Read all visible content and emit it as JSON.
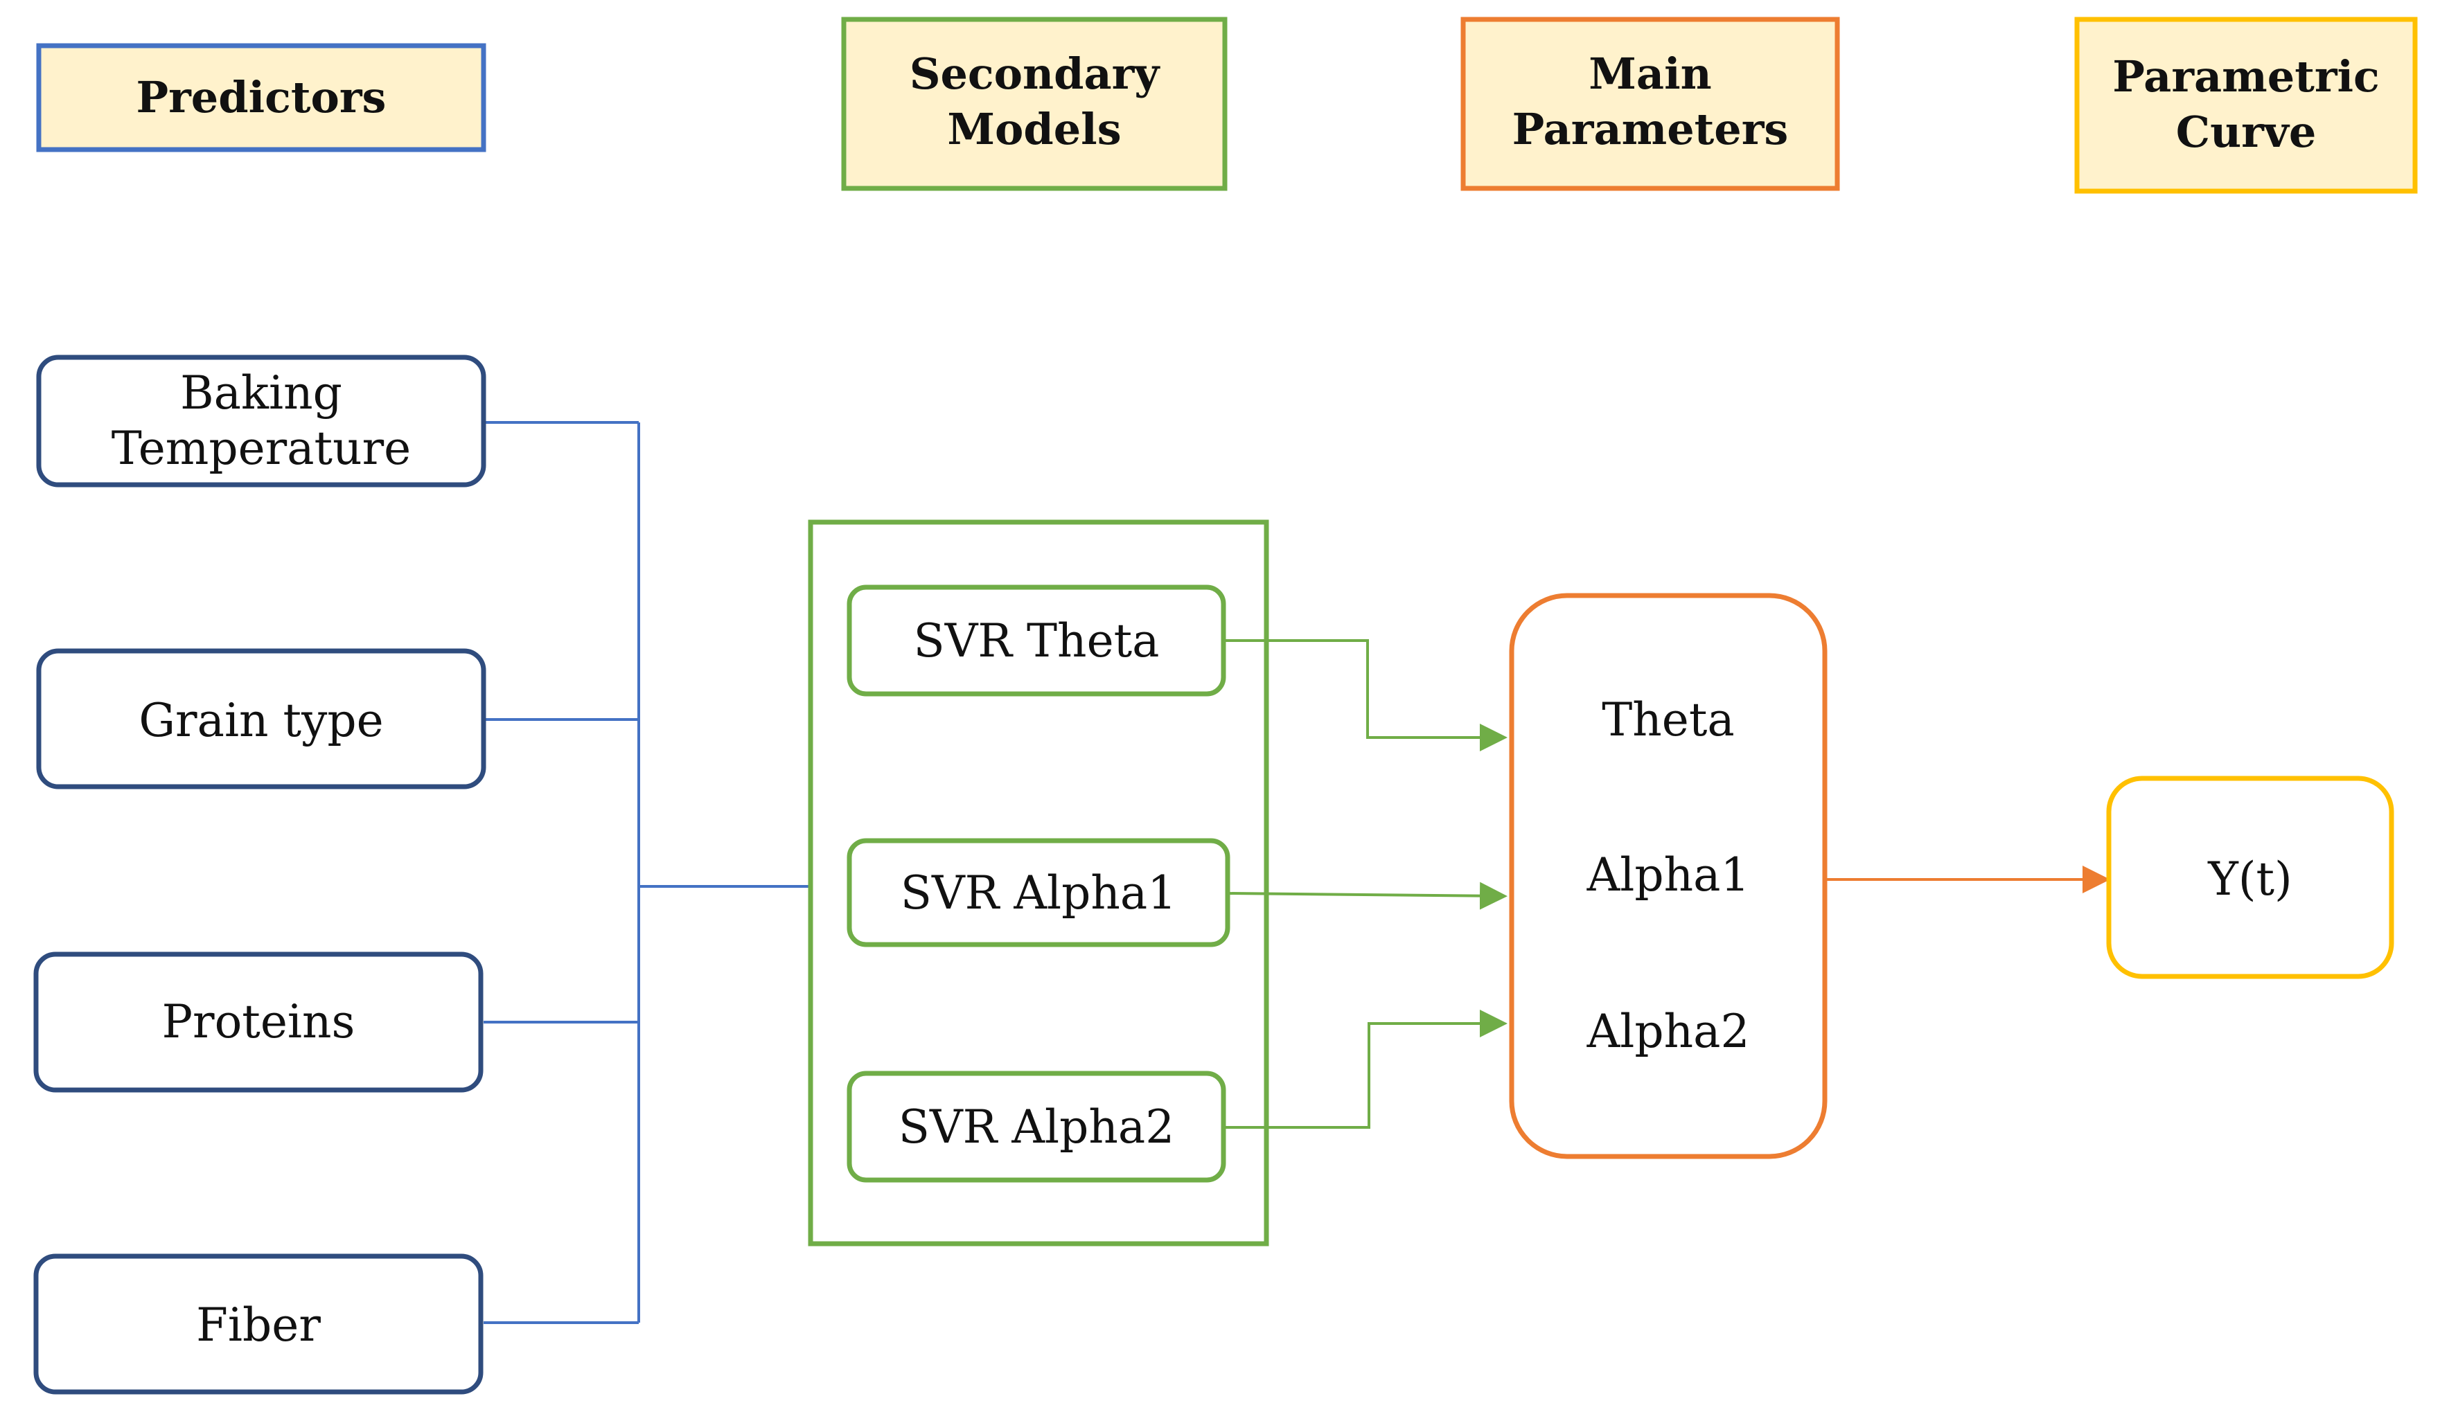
{
  "headers": {
    "predictors": "Predictors",
    "secondary_line1": "Secondary",
    "secondary_line2": "Models",
    "main_line1": "Main",
    "main_line2": "Parameters",
    "curve_line1": "Parametric",
    "curve_line2": "Curve"
  },
  "predictors": {
    "baking_line1": "Baking",
    "baking_line2": "Temperature",
    "grain": "Grain type",
    "proteins": "Proteins",
    "fiber": "Fiber"
  },
  "models": {
    "theta": "SVR Theta",
    "alpha1": "SVR Alpha1",
    "alpha2": "SVR Alpha2"
  },
  "parameters": {
    "theta": "Theta",
    "alpha1": "Alpha1",
    "alpha2": "Alpha2"
  },
  "output": {
    "label": "Y(t)"
  },
  "colors": {
    "blue": "#4472C4",
    "navy": "#2F4C7E",
    "green": "#70AD47",
    "orange": "#ED7D31",
    "gold": "#FFC000",
    "header_fill": "#FFF2CC"
  }
}
